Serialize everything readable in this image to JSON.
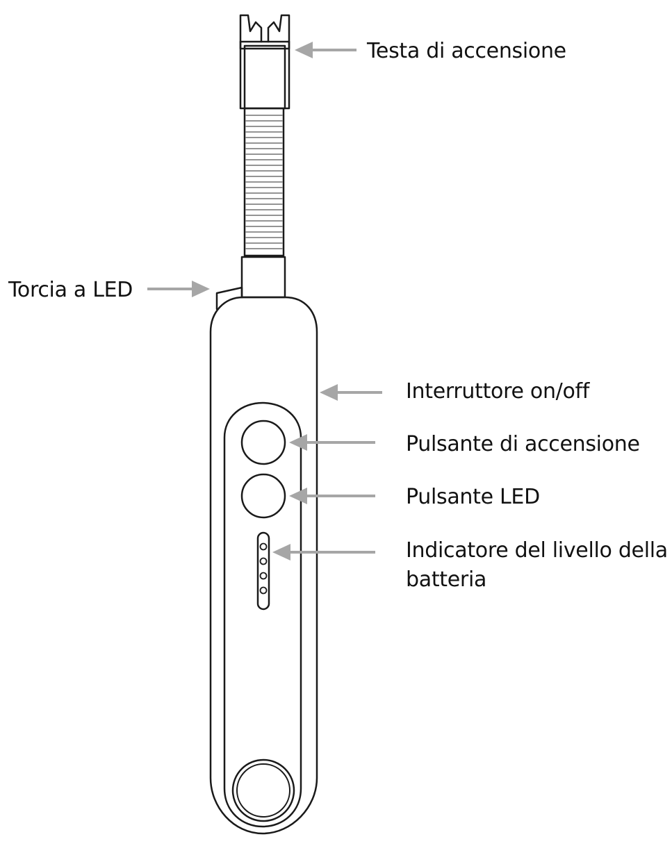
{
  "colors": {
    "outline": "#1a1a1a",
    "arrow": "#a6a6a6",
    "text": "#111111",
    "background": "#ffffff"
  },
  "labels": {
    "ignition_head": "Testa di accensione",
    "led_torch": "Torcia a LED",
    "power_switch": "Interruttore on/off",
    "ignition_button": "Pulsante di accensione",
    "led_button": "Pulsante LED",
    "battery_indicator": "Indicatore del livello della batteria"
  }
}
